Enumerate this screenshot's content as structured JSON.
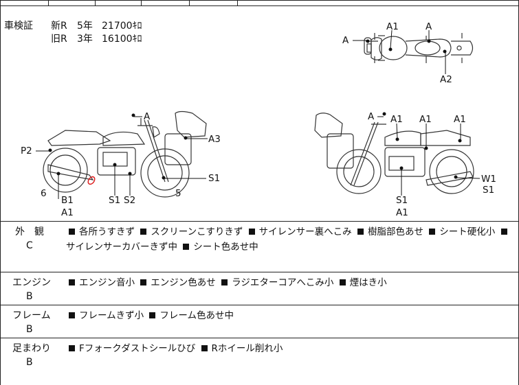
{
  "inspection": {
    "label": "車検証",
    "new_row": {
      "type": "新R",
      "years": "5年",
      "price": "21700ｷﾛ"
    },
    "old_row": {
      "type": "旧R",
      "years": "3年",
      "price": "16100ｷﾛ"
    }
  },
  "diagram_labels": {
    "top": {
      "A_left": "A",
      "A1": "A1",
      "A_right": "A",
      "A2": "A2"
    },
    "left": {
      "A": "A",
      "A3": "A3",
      "P2": "P2",
      "S1_right": "S1",
      "n6": "6",
      "B1": "B1",
      "A1": "A1",
      "S1": "S1",
      "S2": "S2",
      "n5": "5"
    },
    "right": {
      "A": "A",
      "A1_a": "A1",
      "A1_b": "A1",
      "A1_c": "A1",
      "W1": "W1",
      "S1_right": "S1",
      "S1_bottom": "S1",
      "A1_bottom": "A1"
    }
  },
  "sections": [
    {
      "name": "外　観",
      "grade": "C",
      "items": [
        "各所うすきず",
        "スクリーンこすりきず",
        "サイレンサー裏へこみ",
        "樹脂部色あせ",
        "シート硬化小",
        "サイレンサーカバーきず中",
        "シート色あせ中"
      ]
    },
    {
      "name": "エンジン",
      "grade": "B",
      "items": [
        "エンジン音小",
        "エンジン色あせ",
        "ラジエターコアへこみ小",
        "煙はき小"
      ]
    },
    {
      "name": "フレーム",
      "grade": "B",
      "items": [
        "フレームきず小",
        "フレーム色あせ中"
      ]
    },
    {
      "name": "足まわり",
      "grade": "B",
      "items": [
        "Fフォークダストシールひび",
        "Rホイール削れ小"
      ]
    }
  ]
}
